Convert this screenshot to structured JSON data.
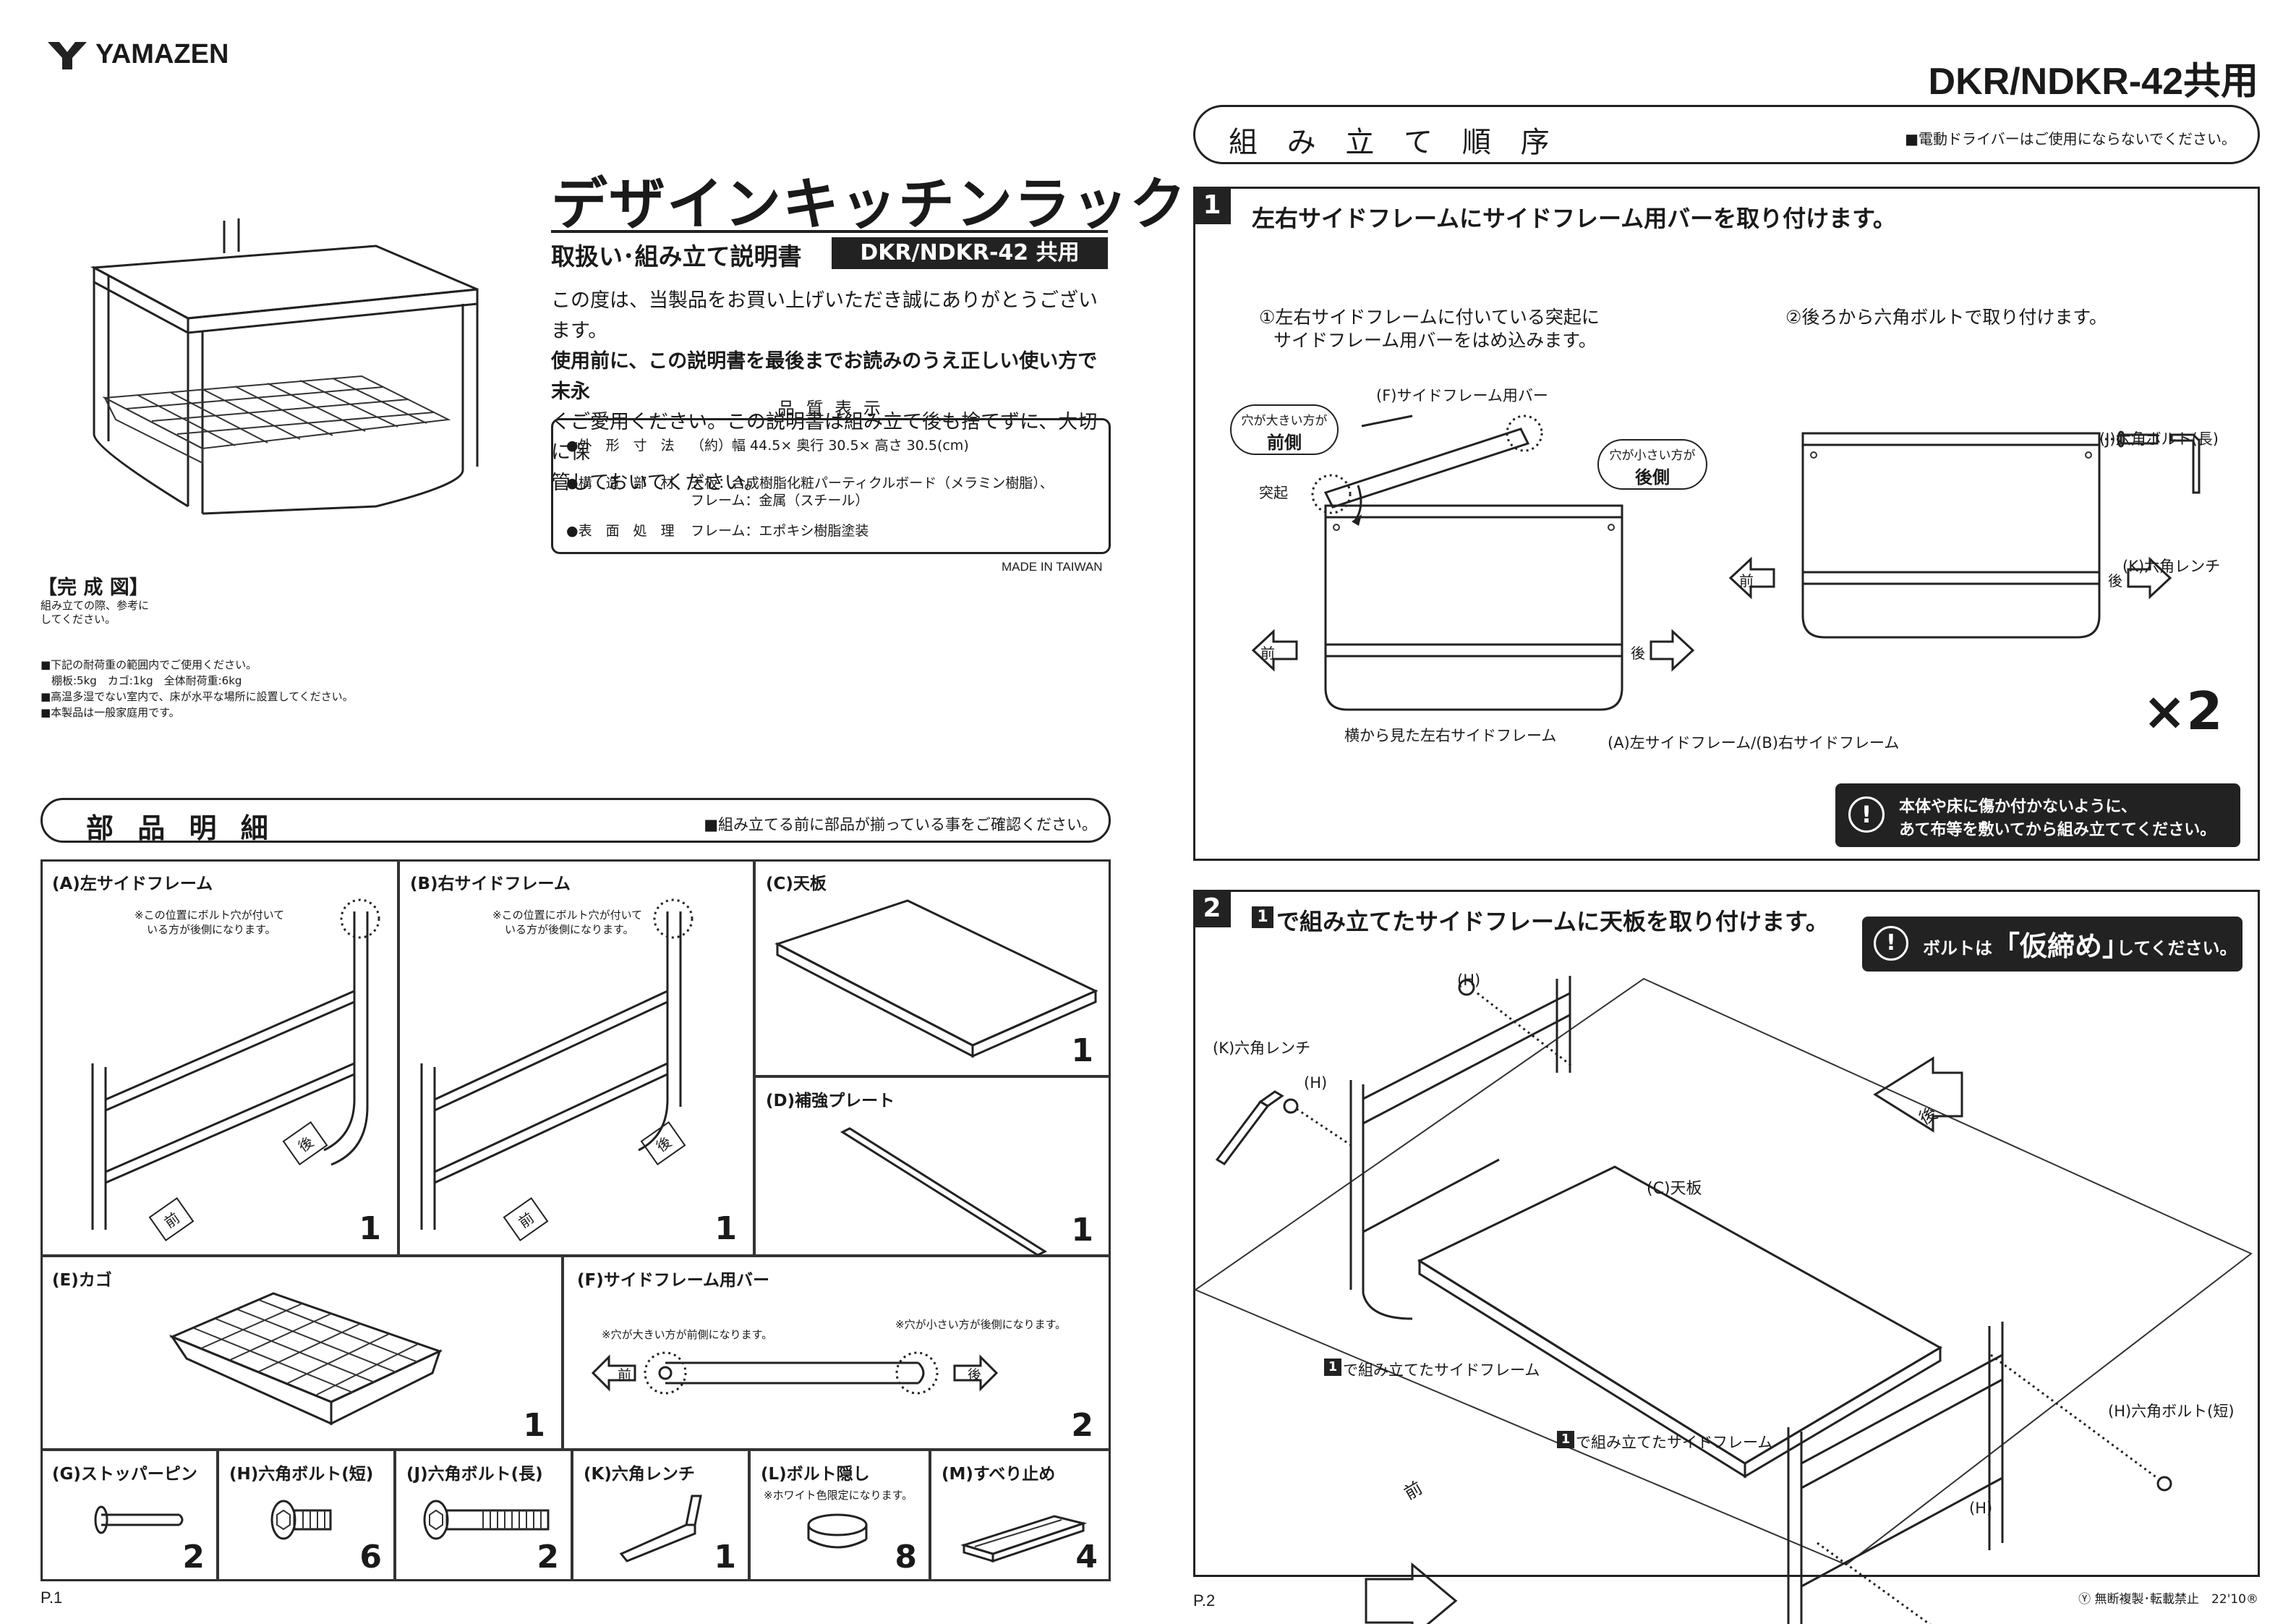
{
  "brand": {
    "name": "YAMAZEN"
  },
  "model_header": "DKR/NDKR-42共用",
  "left": {
    "product_title": "デザインキッチンラック",
    "subtitle": "取扱い･組み立て説明書",
    "model_badge": "DKR/NDKR-42 共用",
    "intro_lines": [
      "この度は、当製品をお買い上げいただき誠にありがとうございます。",
      "使用前に、この説明書を最後までお読みのうえ正しい使い方で末永",
      "くご愛用ください。この説明書は組み立て後も捨てずに、大切に保",
      "管しておいてください。"
    ],
    "quality_title": "品 質 表 示",
    "quality_rows": [
      {
        "label": "●外　形　寸　法",
        "value": "（約）幅 44.5× 奥行 30.5× 高さ 30.5(cm)",
        "value2": ""
      },
      {
        "label": "●構　造　部　材",
        "value": "天板：合成樹脂化粧パーティクルボード（メラミン樹脂）、",
        "value2": "フレーム：金属（スチール）"
      },
      {
        "label": "●表　面　処　理",
        "value": "フレーム：エポキシ樹脂塗装",
        "value2": ""
      }
    ],
    "made_in": "MADE IN TAIWAN",
    "complete_title": "【完 成 図】",
    "complete_note_1": "組み立ての際、参考に",
    "complete_note_2": "してください。",
    "notes": [
      "■下記の耐荷重の範囲内でご使用ください。",
      "　棚板:5kg　カゴ:1kg　全体耐荷重:6kg",
      "■高温多湿でない室内で、床が水平な場所に設置してください。",
      "■本製品は一般家庭用です。"
    ],
    "parts_title": "部 品 明 細",
    "parts_note": "■組み立てる前に部品が揃っている事をご確認ください。",
    "page": "P.1"
  },
  "parts": {
    "A": {
      "label": "(A)左サイドフレーム",
      "note1": "※この位置にボルト穴が付いて",
      "note2": "いる方が後側になります。",
      "qty": "1",
      "front": "前",
      "back": "後"
    },
    "B": {
      "label": "(B)右サイドフレーム",
      "note1": "※この位置にボルト穴が付いて",
      "note2": "いる方が後側になります。",
      "qty": "1",
      "front": "前",
      "back": "後"
    },
    "C": {
      "label": "(C)天板",
      "qty": "1"
    },
    "D": {
      "label": "(D)補強プレート",
      "qty": "1"
    },
    "E": {
      "label": "(E)カゴ",
      "qty": "1"
    },
    "F": {
      "label": "(F)サイドフレーム用バー",
      "note_left": "※穴が大きい方が前側になります。",
      "note_right": "※穴が小さい方が後側になります。",
      "qty": "2",
      "front": "前",
      "back": "後"
    },
    "G": {
      "label": "(G)ストッパーピン",
      "qty": "2"
    },
    "H": {
      "label": "(H)六角ボルト(短)",
      "qty": "6"
    },
    "J": {
      "label": "(J)六角ボルト(長)",
      "qty": "2"
    },
    "K": {
      "label": "(K)六角レンチ",
      "qty": "1"
    },
    "L": {
      "label": "(L)ボルト隠し",
      "note": "※ホワイト色限定になります。",
      "qty": "8"
    },
    "M": {
      "label": "(M)すべり止め",
      "qty": "4"
    }
  },
  "right": {
    "assembly_title": "組 み 立 て 順 序",
    "assembly_note": "■電動ドライバーはご使用にならないでください。",
    "step1": {
      "num": "1",
      "title": "左右サイドフレームにサイドフレーム用バーを取り付けます。",
      "sub1_line1": "①左右サイドフレームに付いている突起に",
      "sub1_line2": "サイドフレーム用バーをはめ込みます。",
      "sub2": "②後ろから六角ボルトで取り付けます。",
      "bar_label": "(F)サイドフレーム用バー",
      "big_hole_1": "穴が大きい方が",
      "big_hole_2": "前側",
      "small_hole_1": "穴が小さい方が",
      "small_hole_2": "後側",
      "protrusion": "突起",
      "bolt_long": "(J)六角ボルト(長)",
      "wrench": "(K)六角レンチ",
      "front": "前",
      "back": "後",
      "side_view": "横から見た左右サイドフレーム",
      "frames": "(A)左サイドフレーム/(B)右サイドフレーム",
      "times": "×2",
      "warning_1": "本体や床に傷か付かないように、",
      "warning_2": "あて布等を敷いてから組み立ててください。"
    },
    "step2": {
      "num": "2",
      "title": "で組み立てたサイドフレームに天板を取り付けます。",
      "title_ref": "1",
      "bolt_a": "ボルトは",
      "bolt_b": "「仮締め」",
      "bolt_c": "してください。",
      "h_label": "(H)",
      "wrench": "(K)六角レンチ",
      "top_plate": "(C)天板",
      "frame_ref": "1",
      "frame_text": "で組み立てたサイドフレーム",
      "bolt_short": "(H)六角ボルト(短)",
      "front": "前",
      "back": "後"
    },
    "page": "P.2",
    "copyright": "Ⓨ 無断複製･転載禁止　22'10®"
  },
  "colors": {
    "ink": "#1a1a1a",
    "inverse_bg": "#222222",
    "paper": "#ffffff"
  }
}
